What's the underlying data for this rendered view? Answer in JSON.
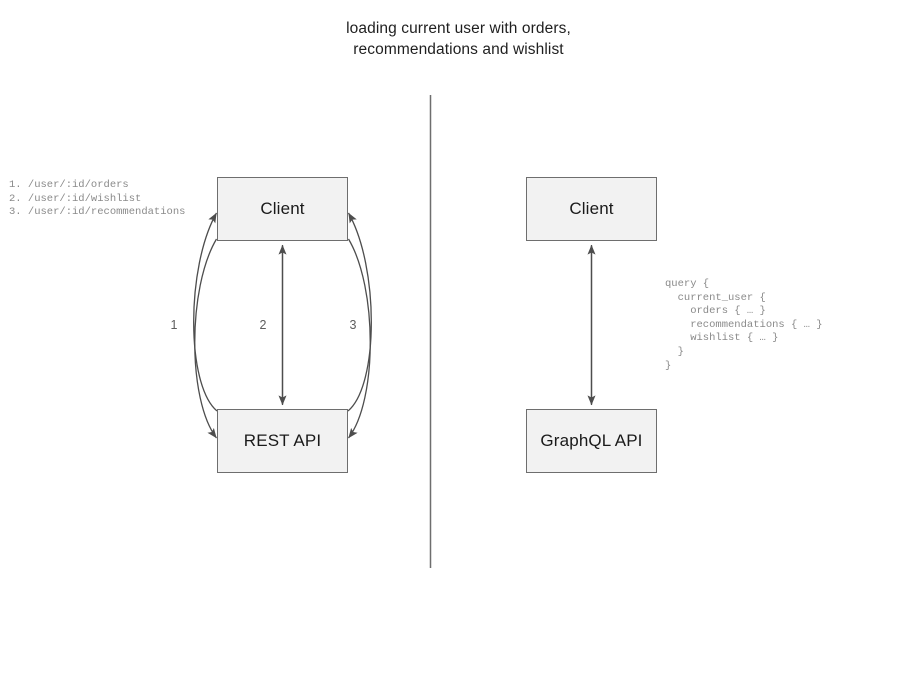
{
  "title": {
    "text": "loading current user with orders,\nrecommendations and wishlist"
  },
  "divider": {
    "name": "vertical-divider",
    "color": "#6e6e6e"
  },
  "left_panel": {
    "name": "rest-approach",
    "nodes": {
      "client": "Client",
      "api": "REST API"
    },
    "edge_labels": [
      "1",
      "2",
      "3"
    ],
    "annotation": "1. /user/:id/orders\n2. /user/:id/wishlist\n3. /user/:id/recommendations",
    "routes": [
      {
        "number": "1.",
        "path": "/user/:id/orders"
      },
      {
        "number": "2.",
        "path": "/user/:id/wishlist"
      },
      {
        "number": "3.",
        "path": "/user/:id/recommendations"
      }
    ]
  },
  "right_panel": {
    "name": "graphql-approach",
    "nodes": {
      "client": "Client",
      "api": "GraphQL API"
    },
    "annotation": "query {\n  current_user {\n    orders { … }\n    recommendations { … }\n    wishlist { … }\n  }\n}",
    "query_lines": [
      "query {",
      "  current_user {",
      "    orders { … }",
      "    recommendations { … }",
      "    wishlist { … }",
      "  }",
      "}"
    ]
  },
  "colors": {
    "node_fill": "#f2f2f2",
    "node_stroke": "#6e6e6e",
    "edge_stroke": "#4d4d4d",
    "text": "#1a1a1a",
    "annotation_text": "#8a8a8a",
    "background": "#ffffff"
  }
}
